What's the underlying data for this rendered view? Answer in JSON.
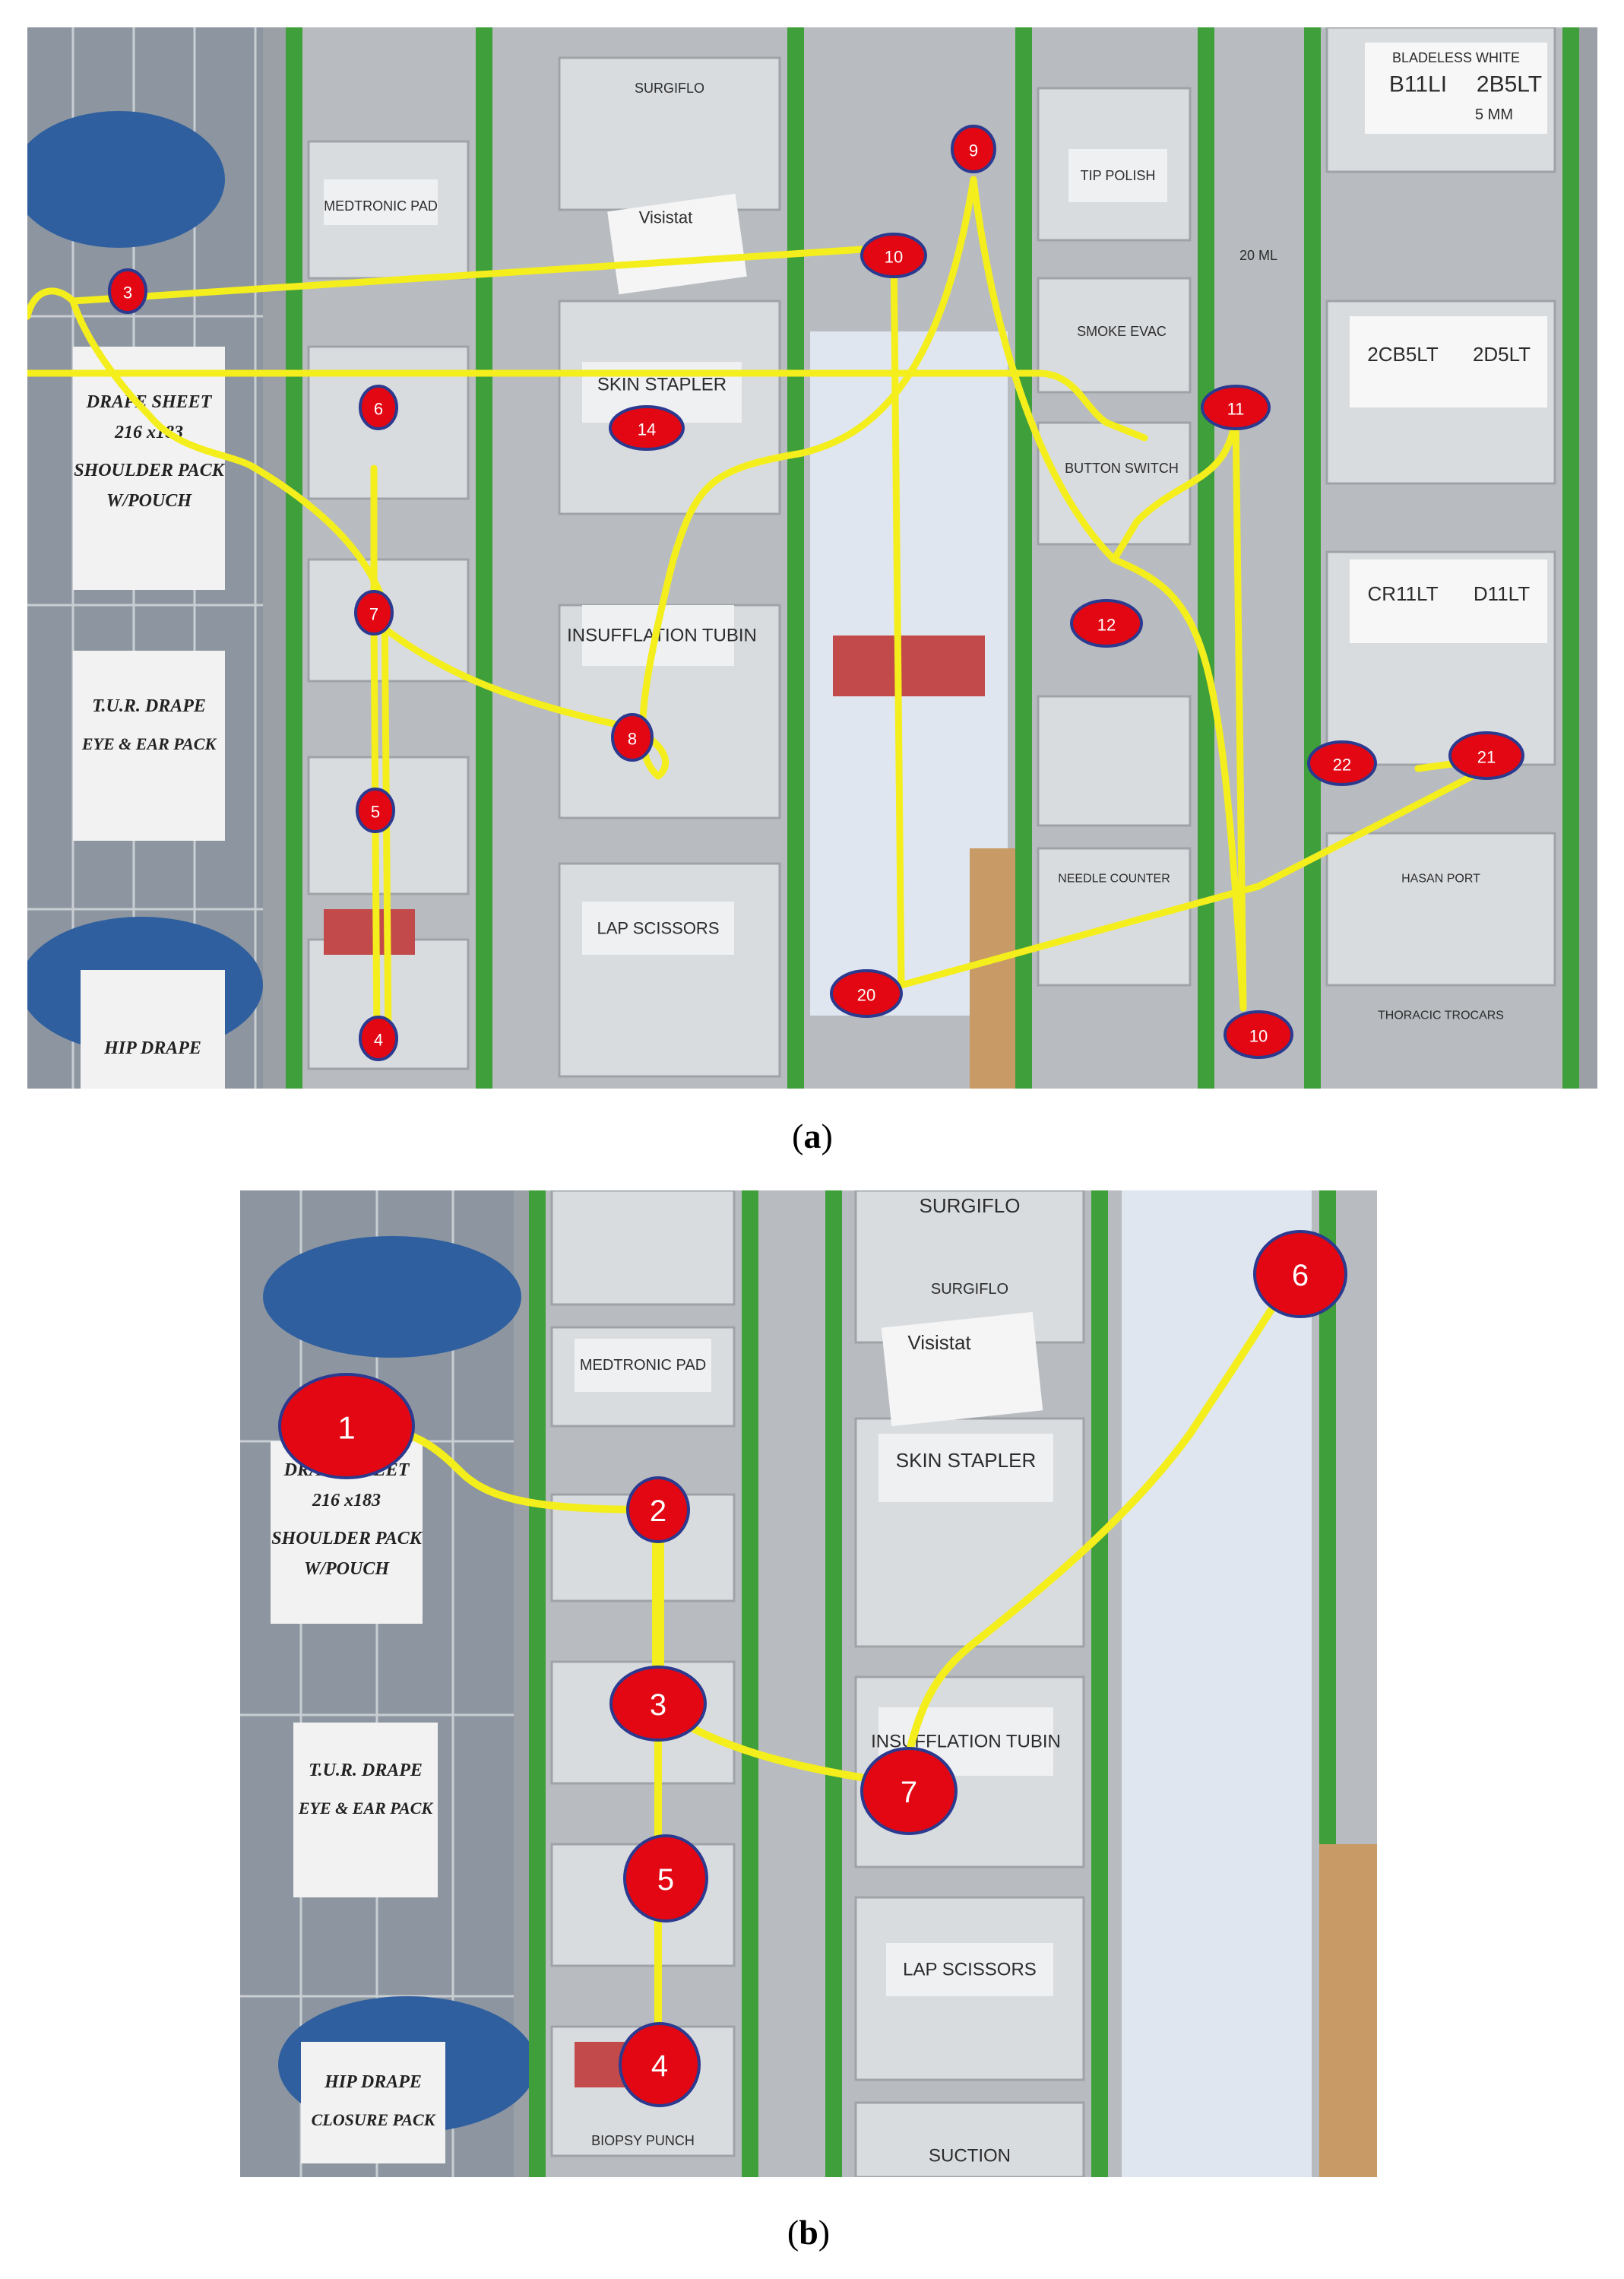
{
  "panels": {
    "a": {
      "caption_letter": "a",
      "bin_labels": [
        "MEDTRONIC PAD",
        "SURGIFLO",
        "Visistat",
        "SKIN STAPLER",
        "INSUFFLATION TUBIN",
        "LAP SCISSORS",
        "TIP POLISH",
        "SMOKE EVAC",
        "BUTTON SWITCH",
        "NEEDLE COUNTER",
        "BLADELESS WHITE",
        "B11LI",
        "2B5LT",
        "5 MM",
        "20 ML",
        "2CB5LT",
        "2D5LT",
        "CR11LT",
        "D11LT",
        "HASAN PORT",
        "THORACIC TROCARS"
      ],
      "signs": [
        [
          "DRAPE SHEET",
          "216 x183",
          "SHOULDER PACK",
          "W/POUCH"
        ],
        [
          "T.U.R. DRAPE",
          "EYE & EAR PACK"
        ],
        [
          "HIP DRAPE"
        ]
      ],
      "markers": [
        "3",
        "10",
        "9",
        "6",
        "14",
        "11",
        "7",
        "12",
        "8",
        "5",
        "22",
        "21",
        "20",
        "4",
        "10"
      ]
    },
    "b": {
      "caption_letter": "b",
      "bin_labels": [
        "SURGIFLO",
        "SURGIFLO",
        "MEDTRONIC PAD",
        "Visistat",
        "SKIN STAPLER",
        "INSUFFLATION TUBIN",
        "LAP SCISSORS",
        "BIOPSY PUNCH",
        "SUCTION"
      ],
      "signs": [
        [
          "DRAPE SHEET",
          "216 x183",
          "SHOULDER PACK",
          "W/POUCH"
        ],
        [
          "T.U.R. DRAPE",
          "EYE & EAR PACK"
        ],
        [
          "HIP DRAPE",
          "CLOSURE PACK"
        ]
      ],
      "markers": [
        "1",
        "2",
        "3",
        "5",
        "4",
        "6",
        "7"
      ]
    }
  },
  "colors": {
    "path": "#f4ee1c",
    "marker": "#e30613",
    "marker_outline": "#2b3a8f",
    "rack_green": "#3f9f3a"
  }
}
